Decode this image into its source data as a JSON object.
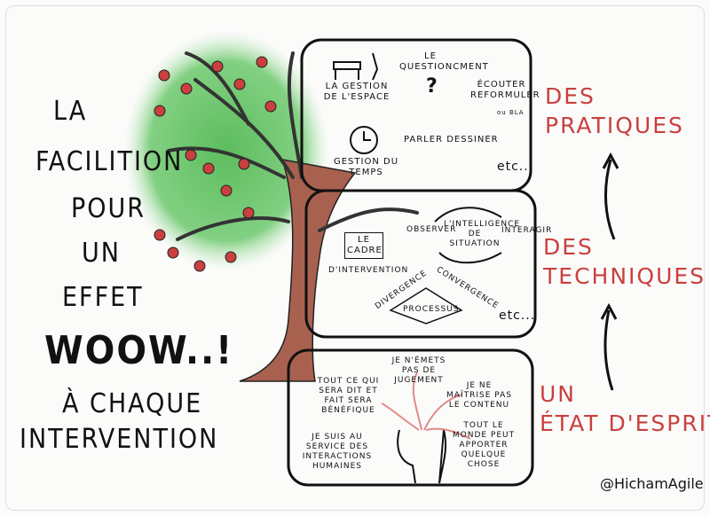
{
  "title_lines": [
    "LA",
    "FACILITION",
    "POUR",
    "UN",
    "EFFET",
    "WOOW..!",
    "À CHAQUE",
    "INTERVENTION"
  ],
  "levels": [
    {
      "label_lines": [
        "DES",
        "PRATIQUES"
      ]
    },
    {
      "label_lines": [
        "DES",
        "TECHNIQUES"
      ]
    },
    {
      "label_lines": [
        "UN",
        "ÉTAT D'ESPRIT"
      ]
    }
  ],
  "practices": {
    "space": "LA GESTION DE L'ESPACE",
    "questioning": "LE QUESTIONCMENT",
    "question_mark": "?",
    "listen": "ÉCOUTER REFORMULER",
    "listen_note": "ou BLA",
    "time": "GESTION DU TEMPS",
    "draw": "PARLER DESSINER",
    "etc": "etc..."
  },
  "techniques": {
    "frame": "LE CADRE",
    "frame_suffix": "D'INTERVENTION",
    "observe": "OBSERVER",
    "intelligence": "L'INTELLIGENCE DE SITUATION",
    "interact": "INTERAGIR",
    "divergence": "DIVERGENCE",
    "convergence": "CONVERGENCE",
    "process": "PROCESSUS",
    "etc": "etc..."
  },
  "mindset": {
    "judgement": "JE N'ÉMETS PAS DE JUGEMENT",
    "beneficial": "TOUT CE QUI SERA DIT ET FAIT SERA BÉNÉFIQUE",
    "content": "JE NE MAÎTRISE PAS LE CONTENU",
    "service": "JE SUIS AU SERVICE DES INTERACTIONS HUMAINES",
    "everyone": "TOUT LE MONDE PEUT APPORTER QUELQUE CHOSE"
  },
  "handle": "@HichamAgile",
  "colors": {
    "accent": "#c9403e",
    "foliage": "#6cc46c",
    "trunk": "#a9614f"
  }
}
